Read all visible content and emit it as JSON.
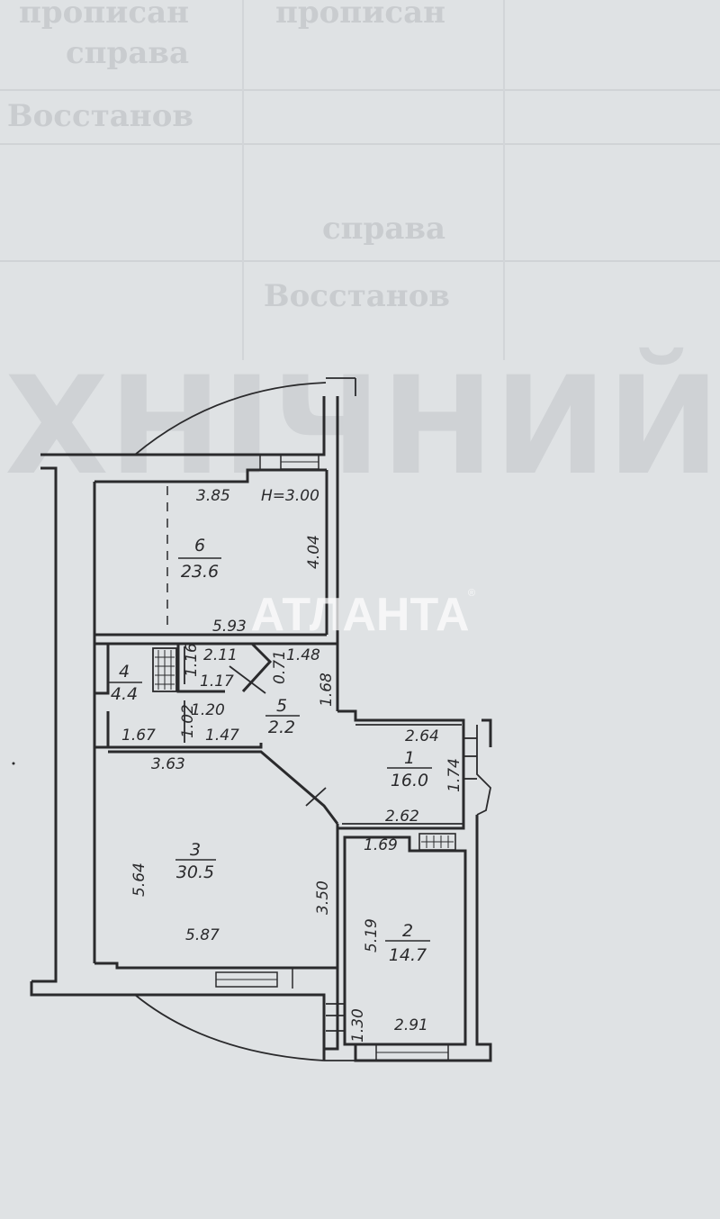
{
  "background_text": {
    "faded_rows": [
      "прописан",
      "справа",
      "Восстанов",
      "прописан",
      "справа",
      "Восстанов"
    ],
    "faded_big": "ЕХНІЧНИЙ"
  },
  "watermark": {
    "text": "АТЛАНТА",
    "mark": "®"
  },
  "plan": {
    "height_label": "H=3.00",
    "rooms": [
      {
        "number": "6",
        "area": "23.6"
      },
      {
        "number": "4",
        "area": "4.4"
      },
      {
        "number": "5",
        "area": "2.2"
      },
      {
        "number": "1",
        "area": "16.0"
      },
      {
        "number": "3",
        "area": "30.5"
      },
      {
        "number": "2",
        "area": "14.7"
      }
    ],
    "dimensions": {
      "r6_top": "3.85",
      "r6_right": "4.04",
      "r6_bottom": "5.93",
      "r5_top": "2.11",
      "r5_right_top": "1.48",
      "r5_side": "1.16",
      "r5_diag": "0.71",
      "r5_mid": "1.17",
      "r5_low": "1.20",
      "r5_right": "1.68",
      "r4_bottom": "1.67",
      "r4_vert": "1.02",
      "hall_bottom": "1.47",
      "r1_top": "2.64",
      "r1_right": "1.74",
      "r1_bottom": "2.62",
      "r3_top": "3.63",
      "r3_left": "5.64",
      "r3_right": "3.50",
      "r3_bottom": "5.87",
      "r2_top": "1.69",
      "r2_left": "5.19",
      "r2_bottom": "2.91",
      "r2_vert": "1.30"
    }
  }
}
